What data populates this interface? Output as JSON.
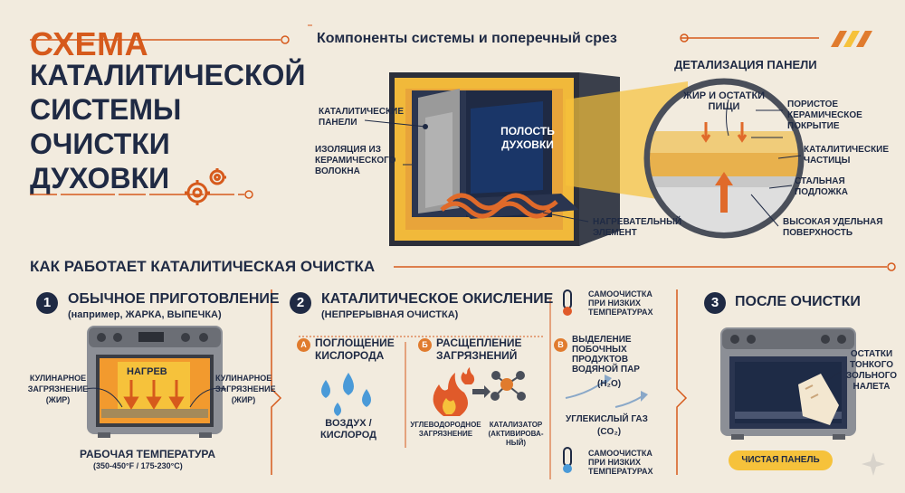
{
  "header": {
    "title_line1": "СХЕМА",
    "title_line2": "КАТАЛИТИЧЕСКОЙ СИСТЕМЫ ОЧИСТКИ ДУХОВКИ",
    "components_title": "Компоненты системы и поперечный срез",
    "panel_detail_title": "ДЕТАЛИЗАЦИЯ ПАНЕЛИ"
  },
  "components": {
    "catalytic_panels": "КАТАЛИТИЧЕСКИЕ ПАНЕЛИ",
    "insulation": "ИЗОЛЯЦИЯ ИЗ КЕРАМИЧЕСКОГО ВОЛОКНА",
    "cavity": "ПОЛОСТЬ ДУХОВКИ",
    "heating_element": "НАГРЕВАТЕЛЬНЫЙ ЭЛЕМЕНТ"
  },
  "panel_detail": {
    "grease": "ЖИР И ОСТАТКИ ПИЩИ",
    "porous": "ПОРИСТОЕ КЕРАМИЧЕСКОЕ ПОКРЫТИЕ",
    "particles": "КАТАЛИТИЧЕСКИЕ ЧАСТИЦЫ",
    "steel": "СТАЛЬНАЯ ПОДЛОЖКА",
    "surface": "ВЫСОКАЯ УДЕЛЬНАЯ ПОВЕРХНОСТЬ"
  },
  "how": {
    "title": "КАК РАБОТАЕТ КАТАЛИТИЧЕСКАЯ ОЧИСТКА",
    "step1": {
      "num": "1",
      "title": "ОБЫЧНОЕ ПРИГОТОВЛЕНИЕ",
      "subtitle": "(например, ЖАРКА, ВЫПЕЧКА)",
      "heat": "НАГРЕВ",
      "dirt_left": "КУЛИНАРНОЕ ЗАГРЯЗНЕНИЕ (ЖИР)",
      "dirt_right": "КУЛИНАРНОЕ ЗАГРЯЗНЕНИЕ (ЖИР)",
      "temp": "РАБОЧАЯ ТЕМПЕРАТУРА",
      "temp_range": "(350-450°F / 175-230°C)"
    },
    "step2": {
      "num": "2",
      "title": "КАТАЛИТИЧЕСКОЕ ОКИСЛЕНИЕ",
      "subtitle": "(НЕПРЕРЫВНАЯ ОЧИСТКА)",
      "a_letter": "А",
      "a_title": "ПОГЛОЩЕНИЕ КИСЛОРОДА",
      "air": "ВОЗДУХ / КИСЛОРОД",
      "b_letter": "Б",
      "b_title": "РАСЩЕПЛЕНИЕ ЗАГРЯЗНЕНИЙ",
      "hydrocarbon": "УГЛЕВОДОРОДНОЕ ЗАГРЯЗНЕНИЕ",
      "catalyst": "КАТАЛИЗАТОР (АКТИВИРОВА-НЫЙ)",
      "v_letter": "В",
      "v_title": "ВЫДЕЛЕНИЕ ПОБОЧНЫХ ПРОДУКТОВ ВОДЯНОЙ ПАР",
      "h2o": "(H₂O)",
      "co2": "УГЛЕКИСЛЫЙ ГАЗ",
      "co2_formula": "(CO₂)",
      "low_temp_top": "САМООЧИСТКА ПРИ НИЗКИХ ТЕМПЕРАТУРАХ",
      "low_temp_bottom": "САМООЧИСТКА ПРИ НИЗКИХ ТЕМПЕРАТУРАХ"
    },
    "step3": {
      "num": "3",
      "title": "ПОСЛЕ ОЧИСТКИ",
      "ash": "ОСТАТКИ ТОНКОГО ЗОЛЬНОГО НАЛЕТА",
      "clean_badge": "ЧИСТАЯ ПАНЕЛЬ"
    }
  },
  "colors": {
    "navy": "#1f2a44",
    "orange": "#d65a1c",
    "yellow": "#f6c23b",
    "background": "#f2ebde"
  }
}
